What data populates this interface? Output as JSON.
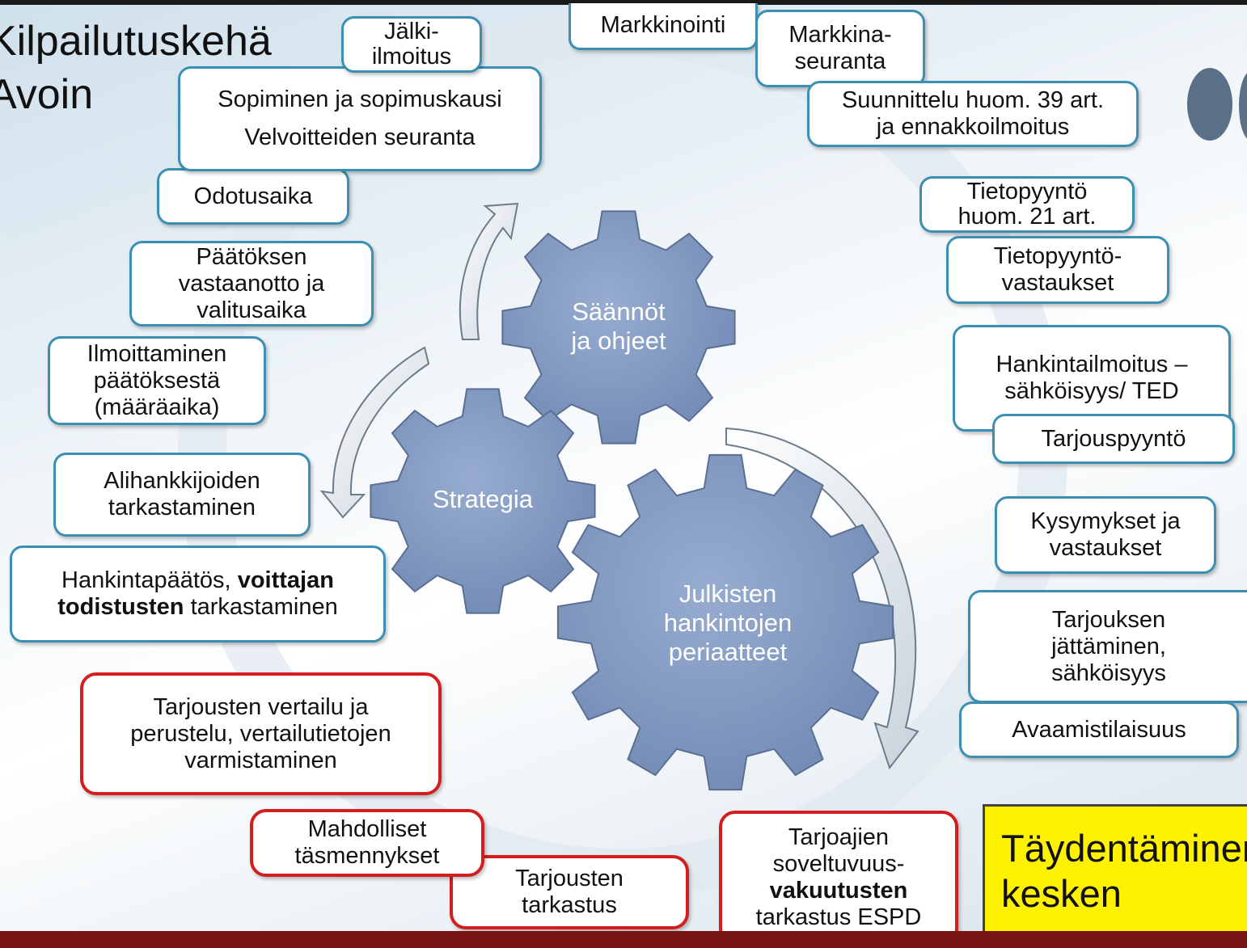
{
  "title": {
    "line1": "Kilpailutuskehä",
    "line2": "Avoin"
  },
  "gears": {
    "rules": "Säännöt\nja ohjeet",
    "strategy": "Strategia",
    "principles": "Julkisten\nhankintojen\nperiaatteet"
  },
  "steps": {
    "markkinointi": "Markkinointi",
    "markkinaseuranta": "Markkina-\nseuranta",
    "suunnittelu": "Suunnittelu huom. 39 art.\nja ennakkoilmoitus",
    "tietopyynto": "Tietopyyntö\nhuom. 21 art.",
    "tietopyyntovastaukset": "Tietopyyntö-\nvastaukset",
    "hankintailmoitus": "Hankintailmoitus –\nsähköisyys/ TED",
    "tarjouspyynto": "Tarjouspyyntö",
    "kysymykset": "Kysymykset ja\nvastaukset",
    "tarjouksen_jattaminen": "Tarjouksen\njättäminen,\nsähköisyys",
    "avaamistilaisuus": "Avaamistilaisuus",
    "tarjoajien_a": "Tarjoajien\nsoveltuvuus-",
    "tarjoajien_b": "vakuutusten",
    "tarjoajien_c": "tarkastus ESPD",
    "tarjousten_tarkastus": "Tarjousten\ntarkastus",
    "tasmennykset": "Mahdolliset\ntäsmennykset",
    "vertailu": "Tarjousten vertailu ja\nperustelu, vertailutietojen\nvarmistaminen",
    "hankintapaatos_a": "Hankintapäätös, ",
    "hankintapaatos_b": "voittajan",
    "hankintapaatos_c": "todistusten",
    "hankintapaatos_d": " tarkastaminen",
    "alihankkijat": "Alihankkijoiden\ntarkastaminen",
    "ilmoittaminen": "Ilmoittaminen\npäätöksestä\n(määräaika)",
    "paatoksen": "Päätöksen\nvastaanotto ja\nvalitusaika",
    "odotusaika": "Odotusaika",
    "sopiminen_1": "Sopiminen ja sopimuskausi",
    "sopiminen_2": "Velvoitteiden seuranta",
    "jalki": "Jälki-\nilmoitus"
  },
  "note": "Täydentäminen\nkesken",
  "colors": {
    "box_border": "#3b8fb3",
    "red_border": "#d21e1e",
    "gear_fill": "#7f97bf",
    "note_bg": "#fff200"
  }
}
